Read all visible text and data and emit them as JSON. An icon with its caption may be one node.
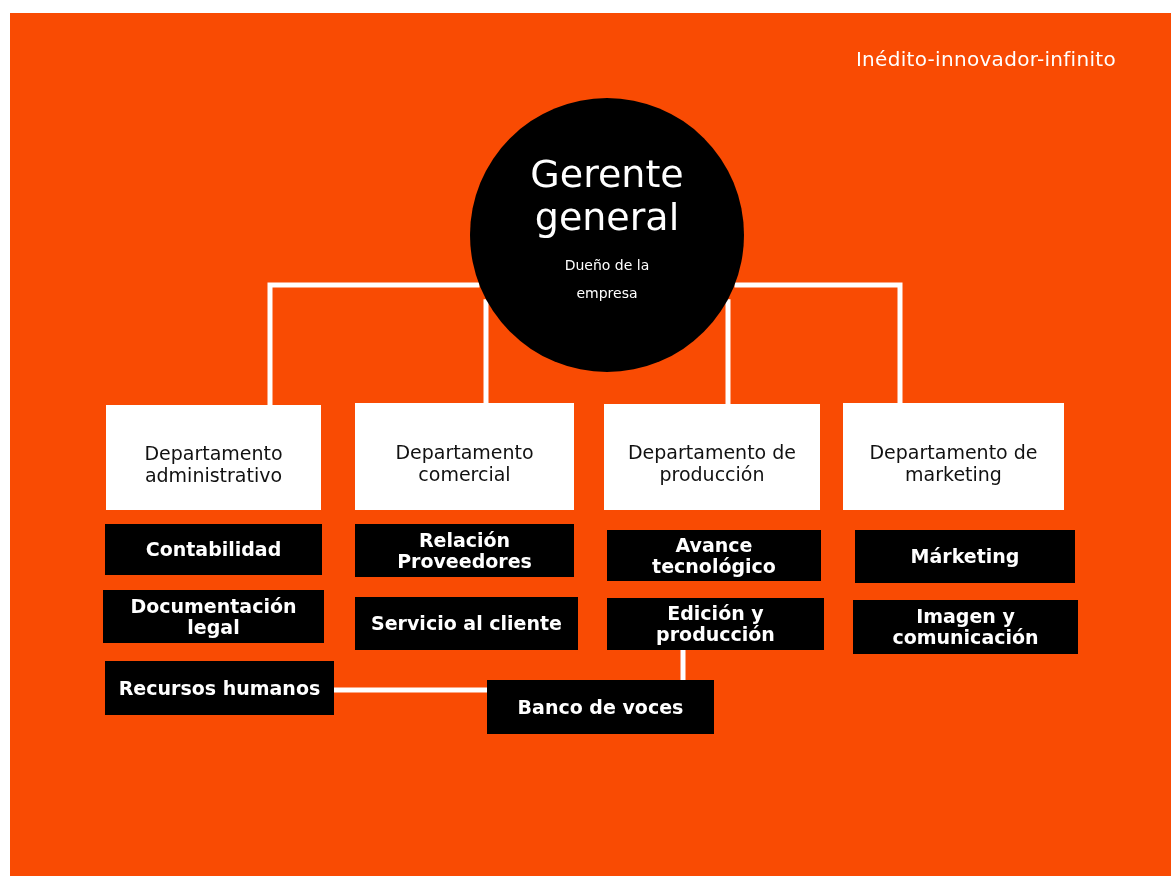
{
  "diagram": {
    "nodes": [
      {
        "text": [
          "Gerente general",
          "Dueño de la empresa"
        ]
      },
      {
        "text": [
          "Departamento administrativo"
        ]
      },
      {
        "text": [
          "Departamento comercial"
        ]
      },
      {
        "text": [
          "Departamento de producción"
        ]
      },
      {
        "text": [
          "Departamento de marketing"
        ]
      },
      {
        "text": [
          "Contabilidad"
        ]
      },
      {
        "text": [
          "Documentación legal"
        ]
      },
      {
        "text": [
          "Recursos humanos"
        ]
      },
      {
        "text": [
          "Relación Proveedores"
        ]
      },
      {
        "text": [
          "Servicio al cliente"
        ]
      },
      {
        "text": [
          "Avance tecnológico"
        ]
      },
      {
        "text": [
          "Edición y producción"
        ]
      },
      {
        "text": [
          "Márketing"
        ]
      },
      {
        "text": [
          "Imagen y comunicación"
        ]
      },
      {
        "text": [
          "Banco de voces"
        ]
      }
    ],
    "edges": [
      {
        "from": 0,
        "to": 1,
        "arrow": "none"
      },
      {
        "from": 0,
        "to": 2,
        "arrow": "none"
      },
      {
        "from": 0,
        "to": 3,
        "arrow": "none"
      },
      {
        "from": 0,
        "to": 4,
        "arrow": "none"
      },
      {
        "from": 7,
        "to": 14,
        "arrow": "none"
      },
      {
        "from": 11,
        "to": 14,
        "arrow": "none"
      }
    ],
    "labels": [
      "Inédito-innovador-infinito"
    ]
  }
}
